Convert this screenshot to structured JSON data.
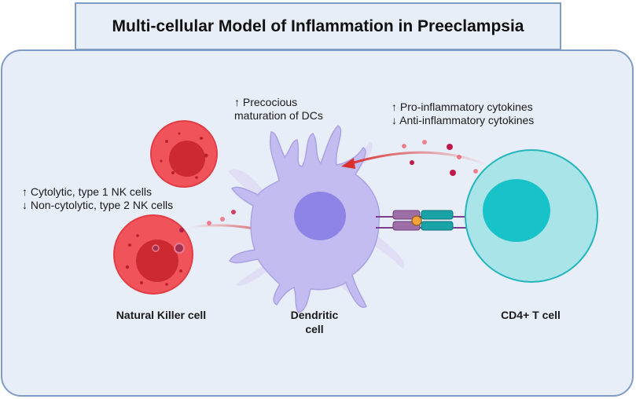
{
  "title": "Multi-cellular Model of Inflammation in Preeclampsia",
  "annotations": {
    "dc_line1": "↑ Precocious",
    "dc_line2": "maturation of DCs",
    "cytokine_line1": "↑ Pro-inflammatory cytokines",
    "cytokine_line2": "↓ Anti-inflammatory cytokines",
    "nk_line1": "↑ Cytolytic, type 1 NK cells",
    "nk_line2": "↓ Non-cytolytic, type 2 NK cells"
  },
  "cell_labels": {
    "nk": "Natural Killer cell",
    "dc_line1": "Dendritic",
    "dc_line2": "cell",
    "tcell": "CD4+ T cell"
  },
  "colors": {
    "panel_bg": "#e8eef8",
    "panel_border": "#7f9cc4",
    "nk_cell": "#f0545a",
    "nk_nucleus": "#cc2a30",
    "dendritic_cell": "#c3bcf0",
    "dendritic_nucleus": "#8e83e6",
    "t_cell": "#a8e4e8",
    "t_nucleus": "#17c3c8",
    "arrow": "#d9302e",
    "receptor_purple": "#9e6fa6",
    "receptor_teal": "#1aa3a6"
  }
}
